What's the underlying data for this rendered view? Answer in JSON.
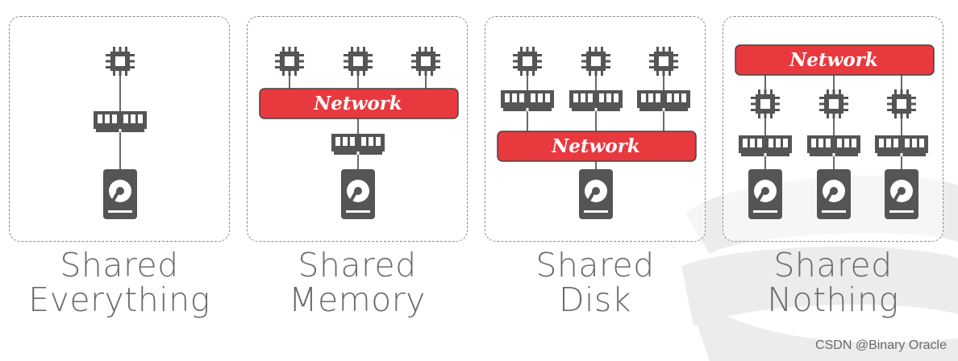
{
  "network_label": "Network",
  "panels": [
    {
      "line1": "Shared",
      "line2": "Everything"
    },
    {
      "line1": "Shared",
      "line2": "Memory"
    },
    {
      "line1": "Shared",
      "line2": "Disk"
    },
    {
      "line1": "Shared",
      "line2": "Nothing"
    }
  ],
  "watermark": "CSDN @Binary Oracle",
  "colors": {
    "network": "#e8393f",
    "icon": "#555555",
    "line": "#6a6a6a",
    "text": "#6a6a6a"
  },
  "icons": [
    "cpu-icon",
    "memory-icon",
    "disk-icon"
  ]
}
